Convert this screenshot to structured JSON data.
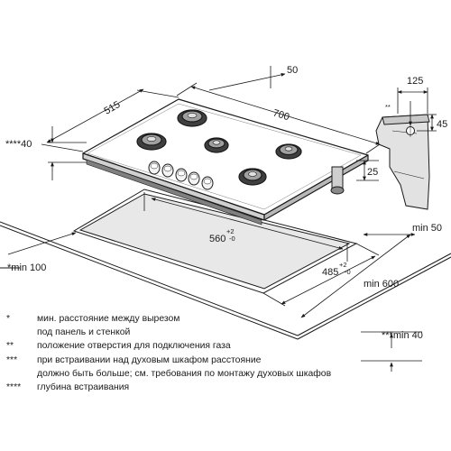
{
  "dimensions": {
    "width_700": "700",
    "depth_515": "515",
    "offset_50": "50",
    "height_40": "40",
    "height_40_marker": "****",
    "cutout_width": "560",
    "cutout_width_tol_plus": "+2",
    "cutout_width_tol_minus": "-0",
    "cutout_depth": "485",
    "cutout_depth_tol_plus": "+2",
    "cutout_depth_tol_minus": "-0",
    "min_50": "min 50",
    "min_600": "min 600",
    "min_100": "min 100",
    "min_100_marker": "*",
    "min_40": "min 40",
    "min_40_marker": "***",
    "side_125": "125",
    "side_45": "45",
    "side_25": "25",
    "side_marker": "**"
  },
  "notes": [
    {
      "marker": "*",
      "text": "мин. расстояние между вырезом"
    },
    {
      "marker": "",
      "text": "под панель и стенкой"
    },
    {
      "marker": "**",
      "text": "положение отверстия для подключения газа"
    },
    {
      "marker": "***",
      "text": "при встраивании над духовым шкафом расстояние"
    },
    {
      "marker": "",
      "text": "должно быть больше; см. требования по монтажу духовых шкафов"
    },
    {
      "marker": "****",
      "text": "глубина встраивания"
    }
  ]
}
